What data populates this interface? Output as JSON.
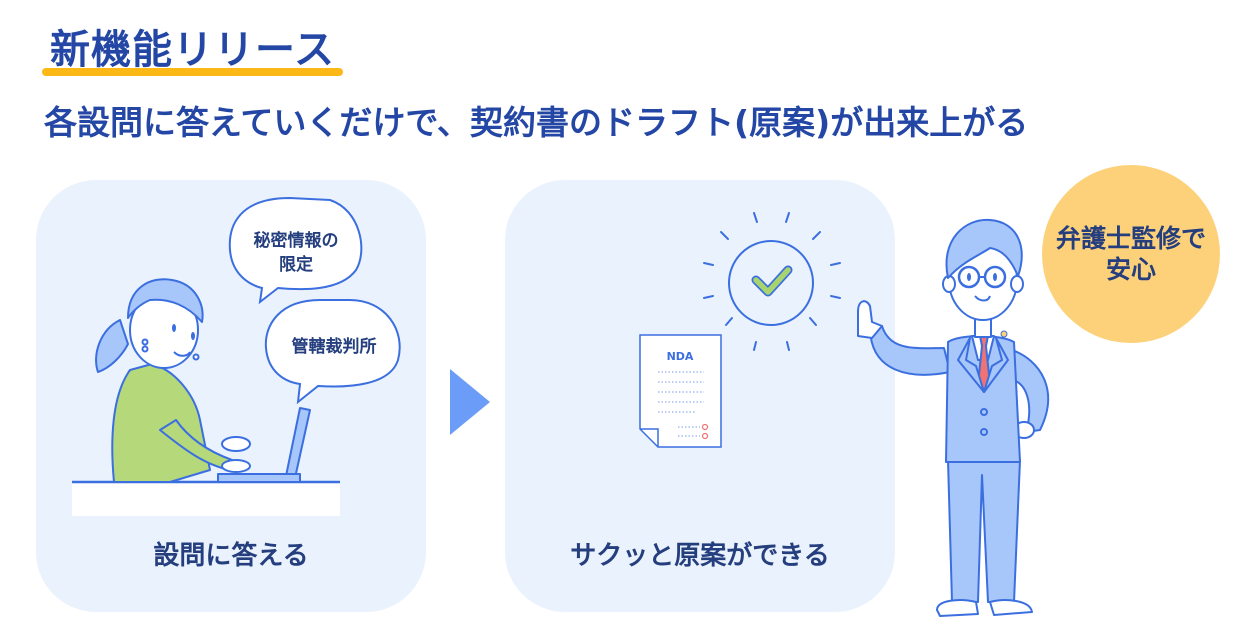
{
  "header": {
    "title": "新機能リリース",
    "subtitle": "各設問に答えていくだけで、契約書のドラフト(原案)が出来上がる"
  },
  "steps": [
    {
      "caption": "設問に答える",
      "bubbles": [
        "秘密情報の",
        "限定",
        "管轄裁判所"
      ]
    },
    {
      "caption": "サクッと原案ができる",
      "document_label": "NDA"
    }
  ],
  "badge": {
    "line1": "弁護士監修で",
    "line2": "安心"
  },
  "colors": {
    "brand_blue": "#2447a6",
    "accent_yellow": "#fbb817",
    "panel_bg": "#eaf2fd",
    "arrow": "#6b9cf8",
    "badge": "#fdd17a",
    "check_green": "#a8d46f",
    "tie_red": "#ef7373"
  }
}
